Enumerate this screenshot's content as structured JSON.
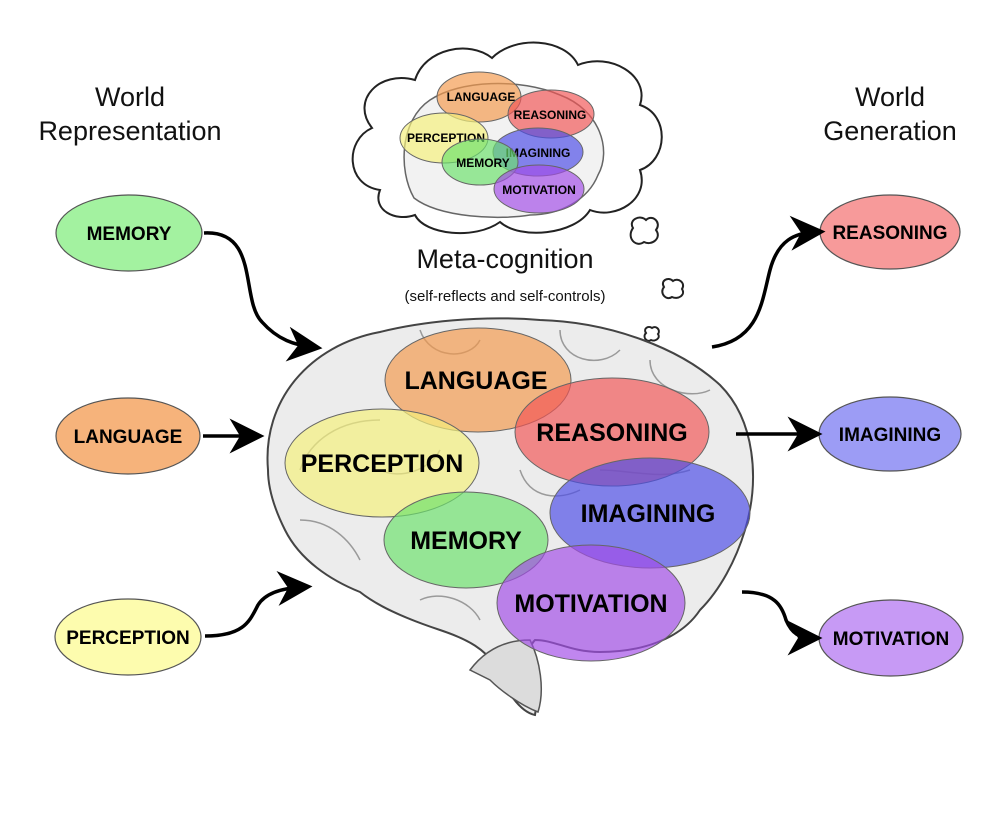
{
  "left_column": {
    "title_line1": "World",
    "title_line2": "Representation",
    "nodes": [
      {
        "label": "MEMORY",
        "color": "#a3f2a0"
      },
      {
        "label": "LANGUAGE",
        "color": "#f6b37b"
      },
      {
        "label": "PERCEPTION",
        "color": "#fdfcae"
      }
    ]
  },
  "right_column": {
    "title_line1": "World",
    "title_line2": "Generation",
    "nodes": [
      {
        "label": "REASONING",
        "color": "#f79a9a"
      },
      {
        "label": "IMAGINING",
        "color": "#9c9cf5"
      },
      {
        "label": "MOTIVATION",
        "color": "#c79af5"
      }
    ]
  },
  "meta": {
    "title": "Meta-cognition",
    "subtitle": "(self-reflects and self-controls)"
  },
  "brain_regions": [
    {
      "label": "LANGUAGE",
      "color": "#f39a4c"
    },
    {
      "label": "REASONING",
      "color": "#f25555"
    },
    {
      "label": "PERCEPTION",
      "color": "#f4f07a"
    },
    {
      "label": "IMAGINING",
      "color": "#4d4de8"
    },
    {
      "label": "MEMORY",
      "color": "#6be26b"
    },
    {
      "label": "MOTIVATION",
      "color": "#a24de8"
    }
  ],
  "cloud_regions": [
    {
      "label": "LANGUAGE",
      "color": "#f39a4c"
    },
    {
      "label": "REASONING",
      "color": "#f25555"
    },
    {
      "label": "PERCEPTION",
      "color": "#f4f07a"
    },
    {
      "label": "IMAGINING",
      "color": "#4d4de8"
    },
    {
      "label": "MEMORY",
      "color": "#6be26b"
    },
    {
      "label": "MOTIVATION",
      "color": "#a24de8"
    }
  ]
}
